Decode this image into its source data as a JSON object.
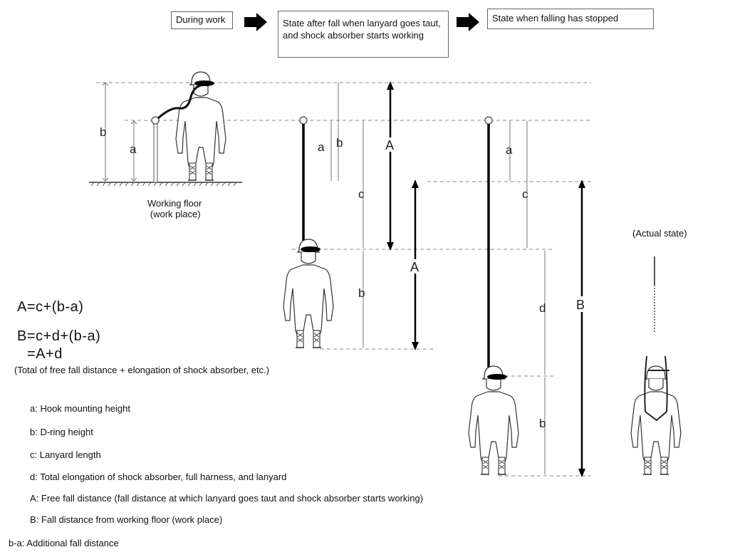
{
  "header": {
    "stage1": "During work",
    "stage2": "State after fall when lanyard goes taut, and shock absorber starts working",
    "stage3": "State when falling has stopped"
  },
  "floor_label": [
    "Working floor",
    "(work place)"
  ],
  "actual_state": "(Actual state)",
  "dimensions": {
    "a": "a",
    "b": "b",
    "c": "c",
    "d": "d",
    "A": "A",
    "B": "B"
  },
  "formulas": {
    "line1": "A=c+(b-a)",
    "line2": "B=c+d+(b-a)",
    "line3": "=A+d",
    "note": "(Total of free fall distance + elongation of shock absorber, etc.)"
  },
  "legend": [
    "a: Hook mounting height",
    "b: D-ring height",
    "c: Lanyard length",
    "d: Total elongation of shock absorber, full harness, and lanyard",
    "A: Free fall distance (fall distance at which lanyard goes taut and shock absorber starts working)",
    "B: Fall distance from working floor (work place)",
    "b-a: Additional fall distance"
  ],
  "icons": {
    "arrow": "right-arrow-icon",
    "figure": "worker-figure-icon"
  }
}
